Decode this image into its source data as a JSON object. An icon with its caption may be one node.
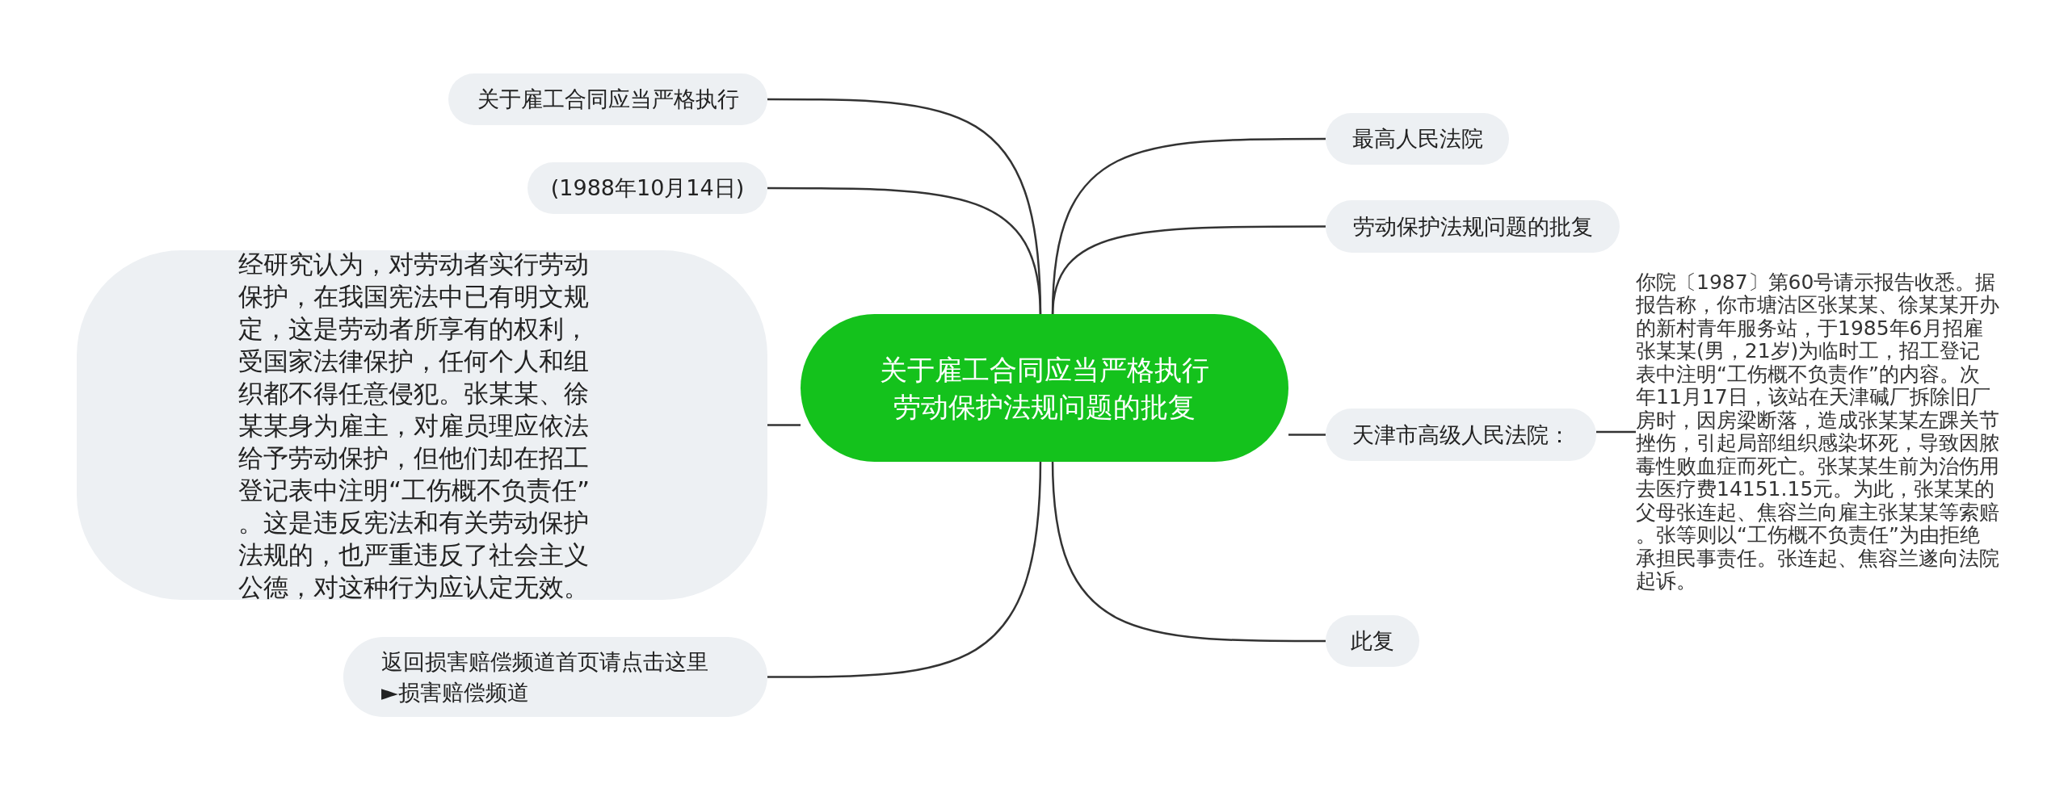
{
  "diagram": {
    "nodes": [
      {
        "text": [
          "关于雇工合同应当严格执行劳动保护法规问题的批复"
        ]
      },
      {
        "text": [
          "关于雇工合同应当严格执行"
        ]
      },
      {
        "text": [
          "(1988年10月14日)"
        ]
      },
      {
        "text": [
          "经研究认为，对劳动者实行劳动保护，在我国宪法中已有明文规定，这是劳动者所享有的权利，受国家法律保护，任何个人和组织都不得任意侵犯。张某某、徐某某身为雇主，对雇员理应依法给予劳动保护，但他们却在招工登记表中注明“工伤概不负责任”。这是违反宪法和有关劳动保护法规的，也严重违反了社会主义公德，对这种行为应认定无效。"
        ]
      },
      {
        "text": [
          "返回损害赔偿频道首页请点击这里 ►损害赔偿频道"
        ]
      },
      {
        "text": [
          "最高人民法院"
        ]
      },
      {
        "text": [
          "劳动保护法规问题的批复"
        ]
      },
      {
        "text": [
          "天津市高级人民法院："
        ]
      },
      {
        "text": [
          "你院〔1987〕第60号请示报告收悉。据报告称，你市塘沽区张某某、徐某某开办的新村青年服务站，于1985年6月招雇张某某(男，21岁)为临时工，招工登记表中注明“工伤概不负责作”的内容。次年11月17日，该站在天津碱厂拆除旧厂房时，因房梁断落，造成张某某左踝关节挫伤，引起局部组织感染坏死，导致因脓毒性败血症而死亡。张某某生前为治伤用去医疗费14151.15元。为此，张某某的父母张连起、焦容兰向雇主张某某等索赔。张等则以“工伤概不负责任”为由拒绝承担民事责任。张连起、焦容兰遂向法院起诉。"
        ]
      },
      {
        "text": [
          "此复"
        ]
      }
    ],
    "edges": [
      {
        "from": 0,
        "to": 1,
        "arrow": "none"
      },
      {
        "from": 0,
        "to": 2,
        "arrow": "none"
      },
      {
        "from": 0,
        "to": 3,
        "arrow": "none"
      },
      {
        "from": 0,
        "to": 4,
        "arrow": "none"
      },
      {
        "from": 0,
        "to": 5,
        "arrow": "none"
      },
      {
        "from": 0,
        "to": 6,
        "arrow": "none"
      },
      {
        "from": 0,
        "to": 7,
        "arrow": "none"
      },
      {
        "from": 7,
        "to": 8,
        "arrow": "none"
      },
      {
        "from": 0,
        "to": 9,
        "arrow": "none"
      }
    ]
  }
}
